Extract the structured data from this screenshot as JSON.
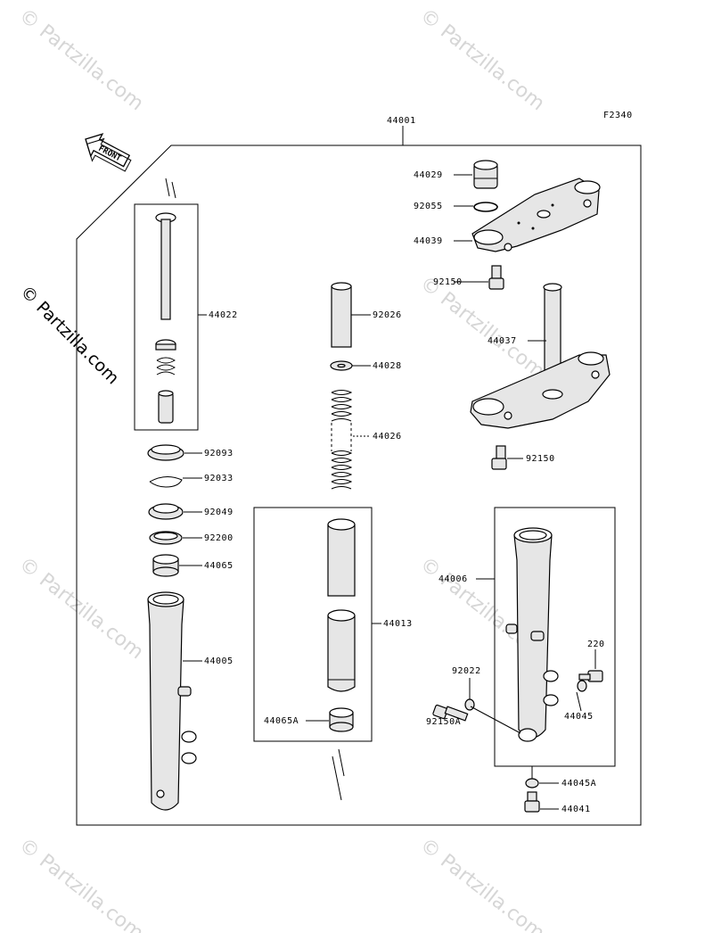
{
  "watermark": {
    "side_text": "© Partzilla.com",
    "tile_text": "© Partzilla.com"
  },
  "figure_code": "F2340",
  "front_label": "FRONT",
  "labels": {
    "p44001": "44001",
    "p44029": "44029",
    "p92055": "92055",
    "p44039": "44039",
    "p92150_top": "92150",
    "p44037": "44037",
    "p92150_mid": "92150",
    "p44022": "44022",
    "p92026": "92026",
    "p44028": "44028",
    "p44026": "44026",
    "p92093": "92093",
    "p92033": "92033",
    "p92049": "92049",
    "p92200": "92200",
    "p44065": "44065",
    "p44013": "44013",
    "p44065A": "44065A",
    "p44005": "44005",
    "p44006": "44006",
    "p220": "220",
    "p92022": "92022",
    "p92150A": "92150A",
    "p44045": "44045",
    "p44045A": "44045A",
    "p44041": "44041"
  },
  "colors": {
    "line": "#000000",
    "watermark": "#d6d6d6",
    "part_fill": "#e6e6e6"
  }
}
